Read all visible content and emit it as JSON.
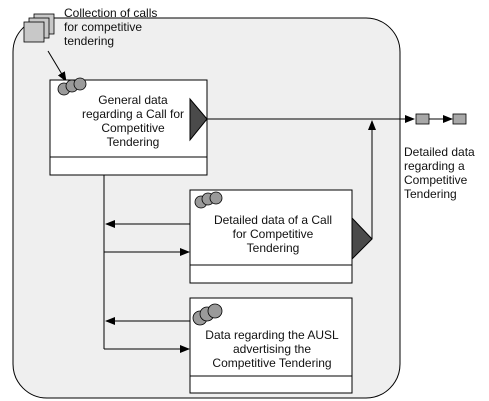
{
  "collection": {
    "label": "Collection of calls for competitive tendering",
    "label_lines": [
      "Collection of calls",
      "for competitive",
      "tendering"
    ]
  },
  "nodes": [
    {
      "id": "general",
      "title": "General data regarding a Call for Competitive Tendering",
      "title_lines": [
        "General data",
        "regarding a Call for",
        "Competitive",
        "Tendering"
      ]
    },
    {
      "id": "detailed",
      "title": "Detailed data of a Call for Competitive Tendering",
      "title_lines": [
        "Detailed data of a Call",
        "for Competitive",
        "Tendering"
      ]
    },
    {
      "id": "ausl",
      "title": "Data regarding the AUSL advertising the Competitive Tendering",
      "title_lines": [
        "Data regarding the AUSL",
        "advertising the",
        "Competitive Tendering"
      ]
    }
  ],
  "output": {
    "label": "Detailed data regarding a Competitive Tendering",
    "label_lines": [
      "Detailed data",
      "regarding a",
      "Competitive",
      "Tendering"
    ]
  },
  "colors": {
    "container_fill": "#efefef",
    "stroke": "#000000",
    "triangle_fill": "#4a4a4a",
    "circle_fill": "#9a9a9a",
    "small_box_fill": "#a8a8a8",
    "box_fill": "#ffffff"
  }
}
